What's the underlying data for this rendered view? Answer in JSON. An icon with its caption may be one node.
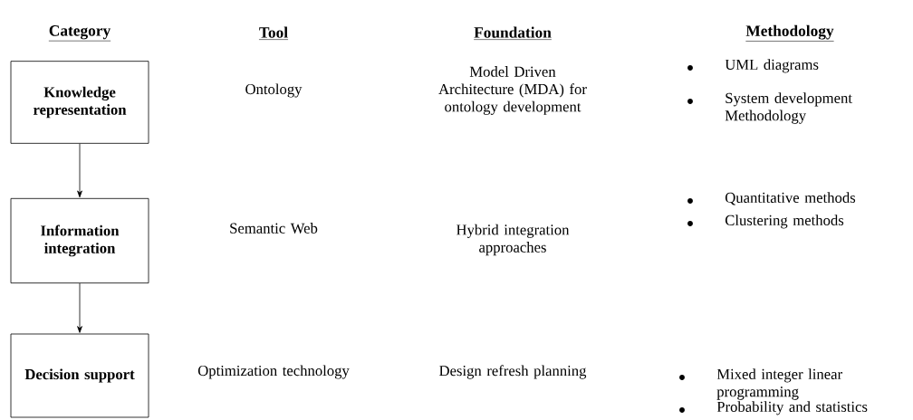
{
  "diagram": {
    "nodes": [
      {
        "text": [
          "Knowledge representation"
        ]
      },
      {
        "text": [
          "Information integration"
        ]
      },
      {
        "text": [
          "Decision support"
        ]
      }
    ],
    "edges": [
      {
        "from": 0,
        "to": 1,
        "arrow": "to"
      },
      {
        "from": 1,
        "to": 2,
        "arrow": "to"
      }
    ],
    "labels": [
      "Category",
      "Tool",
      "Foundation",
      "Methodology",
      "Ontology",
      "Model Driven Architecture (MDA) for ontology development",
      "UML diagrams",
      "System development Methodology",
      "Semantic Web",
      "Hybrid integration approaches",
      "Quantitative methods",
      "Clustering methods",
      "Optimization technology",
      "Design refresh planning",
      "Mixed integer linear programming",
      "Probability and statistics"
    ]
  }
}
